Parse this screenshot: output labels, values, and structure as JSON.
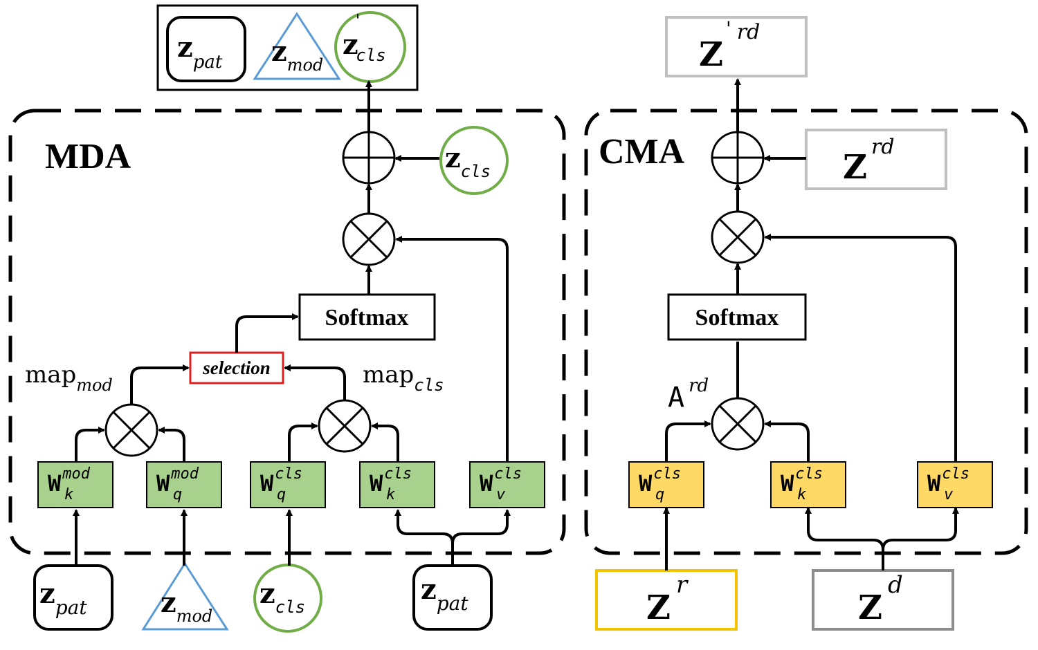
{
  "mda": {
    "title": "MDA",
    "softmax": "Softmax",
    "selection": "selection",
    "map_mod": {
      "base": "map",
      "sub": "mod"
    },
    "map_cls": {
      "base": "map",
      "sub": "cls"
    },
    "weights": [
      {
        "base": "W",
        "sup": "mod",
        "sub": "k"
      },
      {
        "base": "W",
        "sup": "mod",
        "sub": "q"
      },
      {
        "base": "W",
        "sup": "cls",
        "sub": "q"
      },
      {
        "base": "W",
        "sup": "cls",
        "sub": "k"
      },
      {
        "base": "W",
        "sup": "cls",
        "sub": "v"
      }
    ],
    "inputs": {
      "z_pat_1": {
        "base": "z",
        "sub": "pat"
      },
      "z_mod": {
        "base": "z",
        "sub": "mod"
      },
      "z_cls": {
        "base": "z",
        "sub": "cls"
      },
      "z_pat_2": {
        "base": "z",
        "sub": "pat"
      }
    },
    "residual": {
      "base": "z",
      "sub": "cls"
    },
    "output": {
      "z_pat": {
        "base": "z",
        "sub": "pat"
      },
      "z_mod": {
        "base": "z",
        "sub": "mod"
      },
      "z_cls_prime": {
        "base": "z",
        "prime": "'",
        "sub": "cls"
      }
    }
  },
  "cma": {
    "title": "CMA",
    "softmax": "Softmax",
    "attn": {
      "base": "A",
      "sup": "rd"
    },
    "weights": [
      {
        "base": "W",
        "sup": "cls",
        "sub": "q"
      },
      {
        "base": "W",
        "sup": "cls",
        "sub": "k"
      },
      {
        "base": "W",
        "sup": "cls",
        "sub": "v"
      }
    ],
    "inputs": {
      "z_r": {
        "base": "Z",
        "sup": "r"
      },
      "z_d": {
        "base": "Z",
        "sup": "d"
      }
    },
    "residual": {
      "base": "Z",
      "sup": "rd"
    },
    "output": {
      "base": "Z",
      "prime": "'",
      "sup": "rd"
    }
  },
  "colors": {
    "green_fill": "#a9d18e",
    "yellow_fill": "#ffd966",
    "green_stroke": "#70ad47",
    "blue_stroke": "#5b9bd5",
    "red_stroke": "#e02020",
    "gray_stroke": "#bfbfbf",
    "yellow_stroke": "#f5c400",
    "dark_gray_stroke": "#8c8c8c"
  }
}
